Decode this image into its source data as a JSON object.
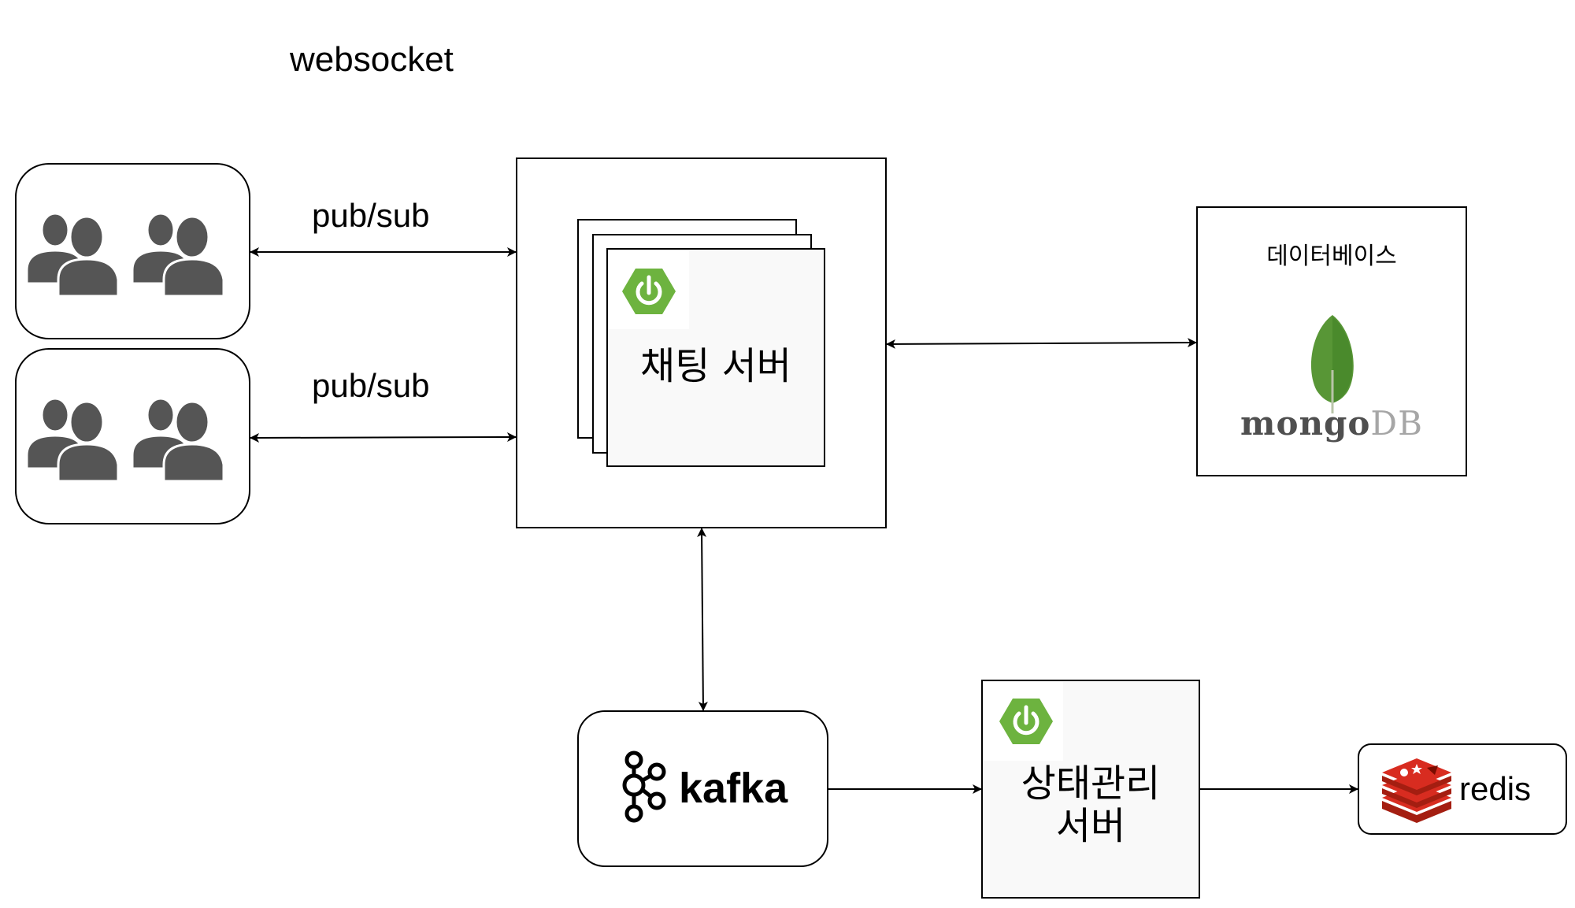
{
  "title": "websocket",
  "edges": {
    "top_label": "pub/sub",
    "bottom_label": "pub/sub"
  },
  "chat_server": {
    "label": "채팅 서버"
  },
  "database": {
    "title": "데이터베이스",
    "logo_text_a": "mongo",
    "logo_text_b": "DB"
  },
  "kafka": {
    "logo_text": "kafka"
  },
  "state_server": {
    "line1": "상태관리",
    "line2": "서버"
  },
  "redis": {
    "logo_text": "redis"
  },
  "colors": {
    "stroke": "#000000",
    "user_icon": "#555555",
    "spring_green": "#6db33f",
    "mongo_leaf": "#589636",
    "mongo_text_a": "#4f4f4f",
    "mongo_text_b": "#a6a6a6",
    "redis_red": "#d82c20"
  }
}
